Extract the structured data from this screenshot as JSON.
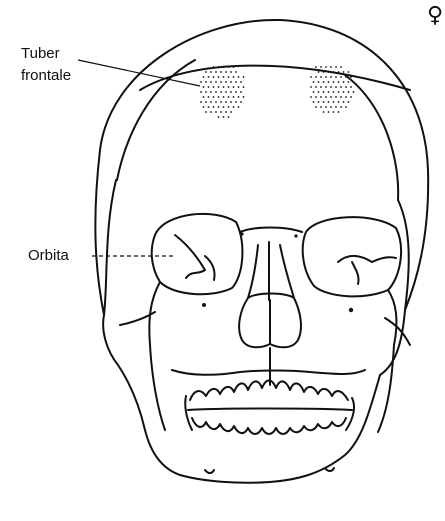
{
  "labels": {
    "tuber_line1": "Tuber",
    "tuber_line2": "frontale",
    "orbita": "Orbita"
  },
  "sex_symbol": "♀",
  "colors": {
    "ink": "#111111",
    "background": "#ffffff"
  }
}
